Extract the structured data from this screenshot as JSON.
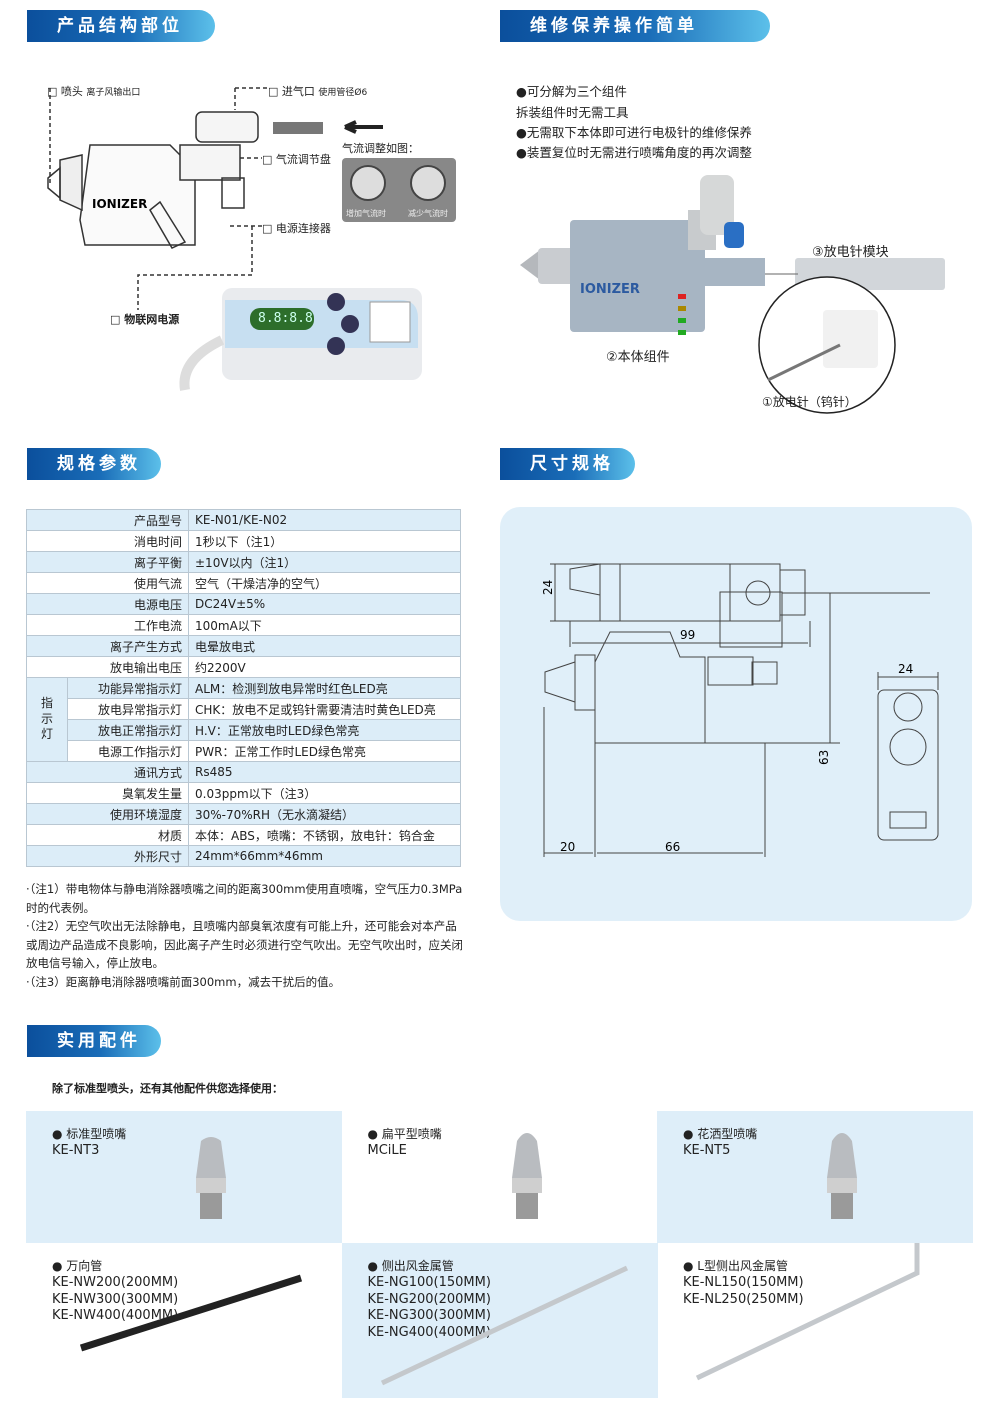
{
  "sections": {
    "structure": "产品结构部位",
    "maintenance": "维修保养操作简单",
    "specs": "规格参数",
    "dimensions": "尺寸规格",
    "accessories": "实用配件"
  },
  "structure": {
    "nozzle_label": "喷头",
    "nozzle_sub": "离子风输出口",
    "inlet_label": "进气口",
    "inlet_sub": "使用管径Ø6",
    "dial_label": "气流调节盘",
    "connector_label": "电源连接器",
    "power_label": "物联网电源",
    "adjust_title": "气流调整如图：",
    "increase": "增加气流时",
    "decrease": "减少气流时",
    "brand": "IONIZER",
    "display": "8.8:8.8"
  },
  "maintenance": {
    "lines": [
      "●可分解为三个组件",
      "拆装组件时无需工具",
      "●无需取下本体即可进行电极针的维修保养",
      "●装置复位时无需进行喷嘴角度的再次调整"
    ],
    "brand": "IONIZER",
    "module": "③放电针模块",
    "body": "②本体组件",
    "needle": "①放电针（钨针）"
  },
  "specs": {
    "indicator_group": "指示灯",
    "rows": [
      {
        "k": "产品型号",
        "v": "KE-N01/KE-N02"
      },
      {
        "k": "消电时间",
        "v": "1秒以下（注1）"
      },
      {
        "k": "离子平衡",
        "v": "±10V以内（注1）"
      },
      {
        "k": "使用气流",
        "v": "空气（干燥洁净的空气）"
      },
      {
        "k": "电源电压",
        "v": "DC24V±5%"
      },
      {
        "k": "工作电流",
        "v": "100mA以下"
      },
      {
        "k": "离子产生方式",
        "v": "电晕放电式"
      },
      {
        "k": "放电输出电压",
        "v": "约2200V"
      },
      {
        "k": "功能异常指示灯",
        "v": "ALM：检测到放电异常时红色LED亮"
      },
      {
        "k": "放电异常指示灯",
        "v": "CHK：放电不足或钨针需要清洁时黄色LED亮"
      },
      {
        "k": "放电正常指示灯",
        "v": "H.V：正常放电时LED绿色常亮"
      },
      {
        "k": "电源工作指示灯",
        "v": "PWR：正常工作时LED绿色常亮"
      },
      {
        "k": "通讯方式",
        "v": "Rs485"
      },
      {
        "k": "臭氧发生量",
        "v": "0.03ppm以下（注3）"
      },
      {
        "k": "使用环境湿度",
        "v": "30%-70%RH（无水滴凝结）"
      },
      {
        "k": "材质",
        "v": "本体：ABS，喷嘴：不锈钢，放电针：钨合金"
      },
      {
        "k": "外形尺寸",
        "v": "24mm*66mm*46mm"
      }
    ],
    "notes": [
      "·（注1）带电物体与静电消除器喷嘴之间的距离300mm使用直喷嘴，空气压力0.3MPa时的代表例。",
      "·（注2）无空气吹出无法除静电，且喷嘴内部臭氧浓度有可能上升，还可能会对本产品或周边产品造成不良影响，因此离子产生时必须进行空气吹出。无空气吹出时，应关闭放电信号输入，停止放电。",
      "·（注3）距离静电消除器喷嘴前面300mm，减去干扰后的值。"
    ]
  },
  "dimensions": {
    "top_height": "24",
    "top_length": "99",
    "side_height": "63",
    "front_width": "24",
    "nozzle_len": "20",
    "body_len": "66"
  },
  "accessories": {
    "intro": "除了标准型喷头，还有其他配件供您选择使用：",
    "items": [
      {
        "title": "● 标准型喷嘴",
        "models": [
          "KE-NT3"
        ]
      },
      {
        "title": "● 扁平型喷嘴",
        "models": [
          "MCiLE"
        ]
      },
      {
        "title": "● 花洒型喷嘴",
        "models": [
          "KE-NT5"
        ]
      },
      {
        "title": "● 万向管",
        "models": [
          "KE-NW200(200MM)",
          "KE-NW300(300MM)",
          "KE-NW400(400MM)"
        ]
      },
      {
        "title": "● 侧出风金属管",
        "models": [
          "KE-NG100(150MM)",
          "KE-NG200(200MM)",
          "KE-NG300(300MM)",
          "KE-NG400(400MM)"
        ]
      },
      {
        "title": "● L型侧出风金属管",
        "models": [
          "KE-NL150(150MM)",
          "KE-NL250(250MM)"
        ]
      }
    ]
  },
  "colors": {
    "header_dark": "#0b4f9c",
    "header_light": "#5cc0ea",
    "panel": "#e0eff9",
    "row_alt": "#dcedf8"
  }
}
